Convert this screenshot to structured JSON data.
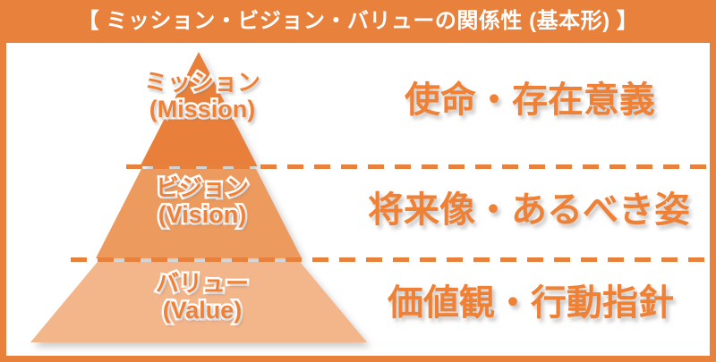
{
  "header": {
    "title": "【 ミッション・ビジョン・バリューの関係性 (基本形) 】"
  },
  "colors": {
    "accent": "#e8813c",
    "tier_top": "#e8803a",
    "tier_middle": "#ed9a5f",
    "tier_bottom": "#f3b58a",
    "text_orange": "#ef8136",
    "text_white": "#ffffff"
  },
  "pyramid": {
    "tiers": [
      {
        "id": "mission",
        "label_ja": "ミッション",
        "label_en": "(Mission)",
        "description": "使命・存在意義",
        "fill": "#e8803a"
      },
      {
        "id": "vision",
        "label_ja": "ビジョン",
        "label_en": "(Vision)",
        "description": "将来像・あるべき姿",
        "fill": "#ed9a5f"
      },
      {
        "id": "value",
        "label_ja": "バリュー",
        "label_en": "(Value)",
        "description": "価値観・行動指針",
        "fill": "#f3b58a"
      }
    ]
  }
}
